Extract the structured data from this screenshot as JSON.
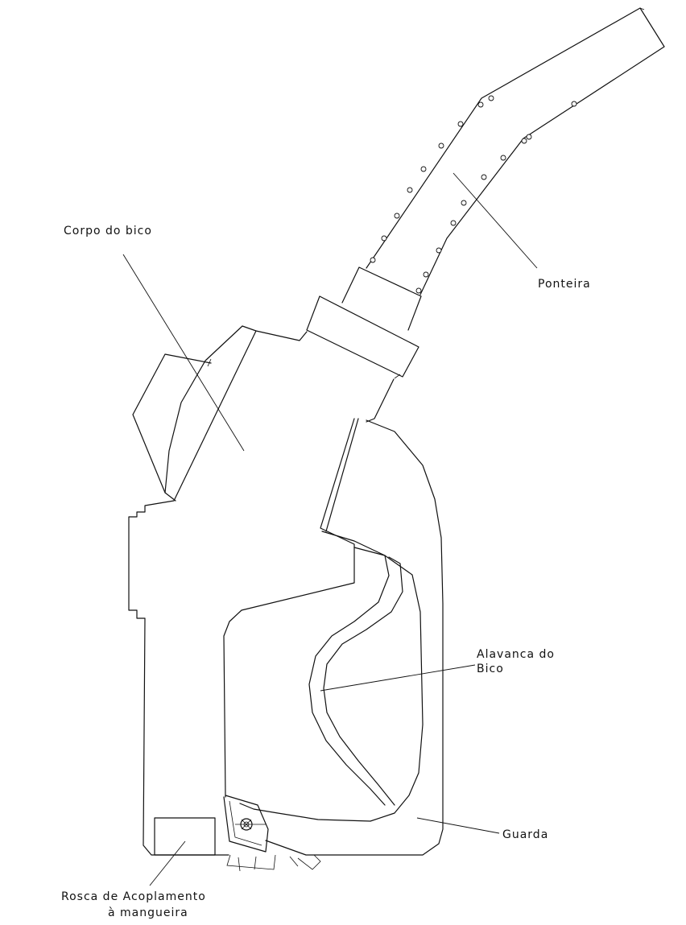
{
  "labels": {
    "corpo": "Corpo do bico",
    "ponteira": "Ponteira",
    "alavanca_1": "Alavanca do",
    "alavanca_2": "Bico",
    "guarda": "Guarda",
    "rosca_1": "Rosca de Acoplamento",
    "rosca_2": "à mangueira"
  },
  "colors": {
    "line": "#111111",
    "background": "#ffffff"
  }
}
